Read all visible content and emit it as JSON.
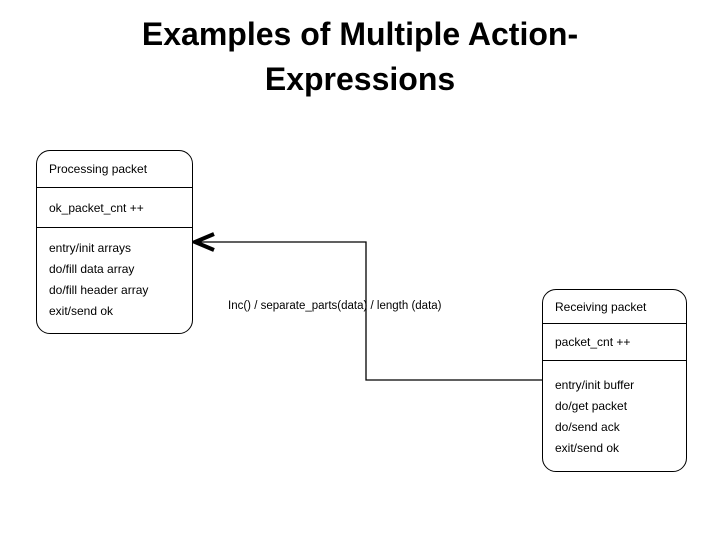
{
  "slide": {
    "title_line1": "Examples of Multiple Action-",
    "title_line2": "Expressions"
  },
  "diagram": {
    "type": "uml-statechart",
    "transition": {
      "label": "Inc() / separate_parts(data) / length (data)",
      "direction": "right-to-left",
      "arrowhead": "open-chevron"
    },
    "states": [
      {
        "name": "Processing packet",
        "action": "ok_packet_cnt ++",
        "activities": [
          "entry/init arrays",
          "do/fill data array",
          "do/fill header array",
          "exit/send ok"
        ]
      },
      {
        "name": "Receiving packet",
        "action": "packet_cnt ++",
        "activities": [
          "entry/init buffer",
          "do/get packet",
          "do/send ack",
          "exit/send ok"
        ]
      }
    ]
  },
  "colors": {
    "background": "#ffffff",
    "stroke": "#000000",
    "text": "#000000"
  }
}
